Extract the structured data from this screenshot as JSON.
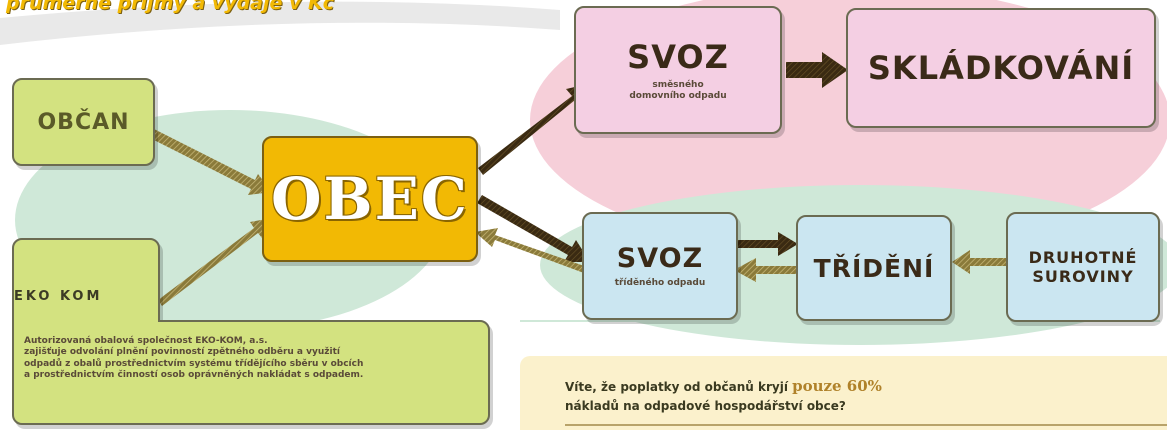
{
  "header": {
    "title": "průměrné příjmy a výdaje v Kč"
  },
  "colors": {
    "green_box": "#d3e280",
    "pink_box": "#f4cfe3",
    "blue_box": "#cbe6f1",
    "obec_box": "#f2b904",
    "arrow": "#3a2a12",
    "info_bg": "#fbf1cc"
  },
  "nodes": {
    "obcan": "OBČAN",
    "obec": "OBEC",
    "ekokom_logo": "EKO KOM",
    "ekokom_text_1": "Autorizovaná obalová společnost EKO-KOM, a.s.",
    "ekokom_text_2": "zajišťuje odvolání plnění povinností zpětného odběru a využití",
    "ekokom_text_3": "odpadů z obalů prostřednictvím systému třídějícího sběru v obcích",
    "ekokom_text_4": "a prostřednictvím činností osob oprávněných nakládat s odpadem.",
    "svoz_top_title": "SVOZ",
    "svoz_top_sub_1": "směsného",
    "svoz_top_sub_2": "domovního odpadu",
    "skladkovani": "SKLÁDKOVÁNÍ",
    "svoz_bottom_title": "SVOZ",
    "svoz_bottom_sub": "tříděného odpadu",
    "trideni": "TŘÍDĚNÍ",
    "druhotne_1": "DRUHOTNÉ",
    "druhotne_2": "SUROVINY"
  },
  "info": {
    "line1_prefix": "Víte, že poplatky od občanů kryjí ",
    "line1_highlight": "pouze 60%",
    "line2": "nákladů na odpadové hospodářství obce?"
  }
}
